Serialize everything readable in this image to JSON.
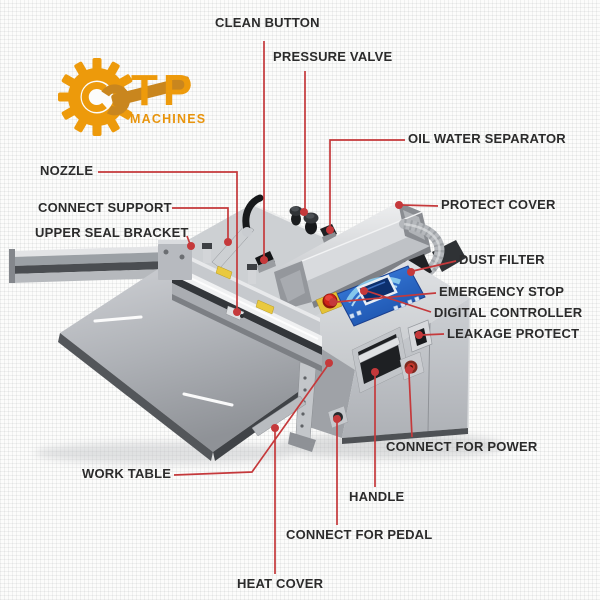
{
  "logo": {
    "text": "GTP",
    "display_letters": "TP",
    "brand": "MACHINES"
  },
  "labels": [
    {
      "id": "clean-button",
      "text": "CLEAN BUTTON"
    },
    {
      "id": "pressure-valve",
      "text": "PRESSURE VALVE"
    },
    {
      "id": "oil-water-separator",
      "text": "OIL WATER SEPARATOR"
    },
    {
      "id": "protect-cover",
      "text": "PROTECT COVER"
    },
    {
      "id": "dust-filter",
      "text": "DUST FILTER"
    },
    {
      "id": "emergency-stop",
      "text": "EMERGENCY STOP"
    },
    {
      "id": "digital-controller",
      "text": "DIGITAL CONTROLLER"
    },
    {
      "id": "leakage-protect",
      "text": "LEAKAGE PROTECT"
    },
    {
      "id": "connect-for-power",
      "text": "CONNECT FOR POWER"
    },
    {
      "id": "handle",
      "text": "HANDLE"
    },
    {
      "id": "connect-for-pedal",
      "text": "CONNECT FOR PEDAL"
    },
    {
      "id": "heat-cover",
      "text": "HEAT COVER"
    },
    {
      "id": "work-table",
      "text": "WORK TABLE"
    },
    {
      "id": "nozzle",
      "text": "NOZZLE"
    },
    {
      "id": "connect-support",
      "text": "CONNECT SUPPORT"
    },
    {
      "id": "upper-seal-bracket",
      "text": "UPPER SEAL BRACKET"
    }
  ],
  "colors": {
    "leader_red": "#c5393b",
    "logo_orange": "#ed9a0b",
    "logo_orange_dark": "#c9861e",
    "panel_blue": "#2e72d4",
    "screen_navy": "#0d2f6d",
    "emergency_red": "#cf2318",
    "label_text": "#2b2b2b",
    "metal_light": "#d8dadd",
    "metal_dark": "#8f9297"
  }
}
